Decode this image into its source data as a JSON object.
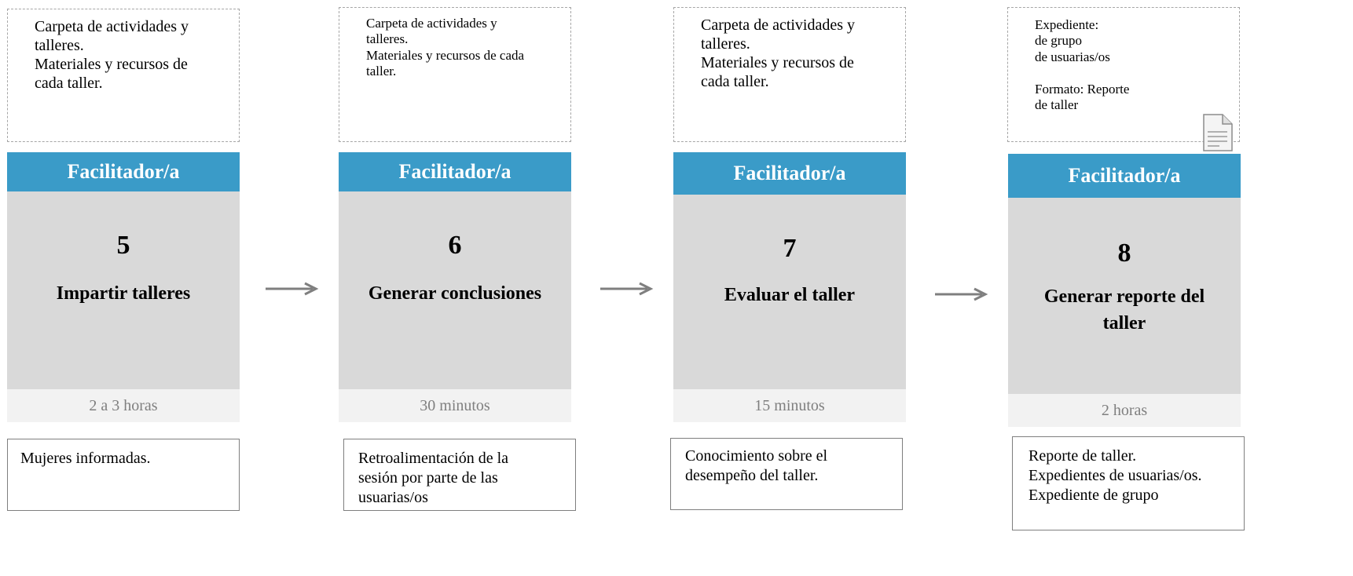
{
  "steps": [
    {
      "inputs": "Carpeta de actividades y\ntalleres.\nMateriales y recursos de\ncada taller.",
      "role": "Facilitador/a",
      "number": "5",
      "title": "Impartir talleres",
      "duration": "2 a 3 horas",
      "output": "Mujeres informadas."
    },
    {
      "inputs": "Carpeta de actividades y\ntalleres.\nMateriales y recursos de cada\ntaller.",
      "role": "Facilitador/a",
      "number": "6",
      "title": "Generar conclusiones",
      "duration": "30 minutos",
      "output": "Retroalimentación de la\nsesión por parte de las\nusuarias/os"
    },
    {
      "inputs": "Carpeta de actividades y\ntalleres.\nMateriales y recursos de\ncada taller.",
      "role": "Facilitador/a",
      "number": "7",
      "title": "Evaluar el taller",
      "duration": "15 minutos",
      "output": "Conocimiento sobre el\ndesempeño del taller."
    },
    {
      "inputs": "Expediente:\nde grupo\nde usuarias/os\n\nFormato: Reporte\nde taller",
      "role": "Facilitador/a",
      "number": "8",
      "title": "Generar reporte del\ntaller",
      "duration": "2 horas",
      "output": "Reporte de taller.\nExpedientes de usuarias/os.\nExpediente de grupo"
    }
  ],
  "icons": {
    "connector": "arrow-right-icon",
    "document": "document-icon"
  },
  "colors": {
    "role_bar": "#3a9bc8",
    "step_body": "#d9d9d9",
    "duration_bg": "#f2f2f2",
    "arrow": "#7f7f7f"
  }
}
